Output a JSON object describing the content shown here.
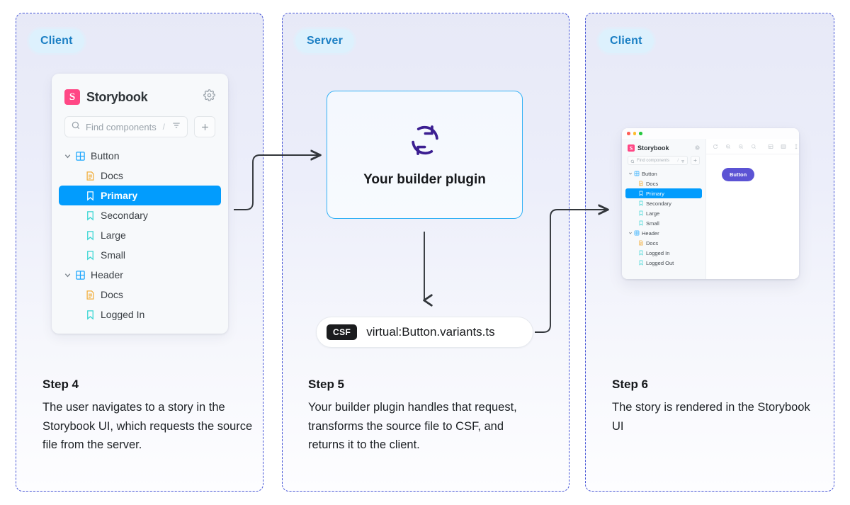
{
  "panels": [
    {
      "id": "client-left",
      "badge": "Client"
    },
    {
      "id": "server",
      "badge": "Server"
    },
    {
      "id": "client-right",
      "badge": "Client"
    }
  ],
  "storybook": {
    "logo_letter": "S",
    "title": "Storybook",
    "gear_icon": "gear-icon",
    "search": {
      "placeholder": "Find components",
      "shortcut": "/",
      "filter_icon": "filter-icon"
    },
    "add_label": "+",
    "tree": [
      {
        "label": "Button",
        "type": "component",
        "depth": 0,
        "selected": false,
        "expanded": true
      },
      {
        "label": "Docs",
        "type": "docs",
        "depth": 1,
        "selected": false
      },
      {
        "label": "Primary",
        "type": "story",
        "depth": 1,
        "selected": true
      },
      {
        "label": "Secondary",
        "type": "story",
        "depth": 1,
        "selected": false
      },
      {
        "label": "Large",
        "type": "story",
        "depth": 1,
        "selected": false
      },
      {
        "label": "Small",
        "type": "story",
        "depth": 1,
        "selected": false
      },
      {
        "label": "Header",
        "type": "component",
        "depth": 0,
        "selected": false,
        "expanded": true
      },
      {
        "label": "Docs",
        "type": "docs",
        "depth": 1,
        "selected": false
      },
      {
        "label": "Logged In",
        "type": "story",
        "depth": 1,
        "selected": false
      }
    ]
  },
  "plugin": {
    "icon": "refresh-sync-icon",
    "label": "Your builder plugin"
  },
  "csf": {
    "badge": "CSF",
    "path": "virtual:Button.variants.ts"
  },
  "mini_window": {
    "traffic_lights": [
      "#ff5f57",
      "#febc2e",
      "#28c840"
    ],
    "logo_letter": "S",
    "title": "Storybook",
    "search": {
      "placeholder": "Find components",
      "shortcut": "/"
    },
    "add_label": "+",
    "toolbar_icons": [
      "refresh-icon",
      "zoom-in-icon",
      "zoom-out-icon",
      "zoom-reset-icon",
      "grid-icon",
      "background-icon",
      "measure-icon"
    ],
    "tree": [
      {
        "label": "Button",
        "type": "component",
        "depth": 0,
        "selected": false,
        "expanded": true
      },
      {
        "label": "Docs",
        "type": "docs",
        "depth": 1,
        "selected": false
      },
      {
        "label": "Primary",
        "type": "story",
        "depth": 1,
        "selected": true
      },
      {
        "label": "Secondary",
        "type": "story",
        "depth": 1,
        "selected": false
      },
      {
        "label": "Large",
        "type": "story",
        "depth": 1,
        "selected": false
      },
      {
        "label": "Small",
        "type": "story",
        "depth": 1,
        "selected": false
      },
      {
        "label": "Header",
        "type": "component",
        "depth": 0,
        "selected": false,
        "expanded": true
      },
      {
        "label": "Docs",
        "type": "docs",
        "depth": 1,
        "selected": false
      },
      {
        "label": "Logged In",
        "type": "story",
        "depth": 1,
        "selected": false
      },
      {
        "label": "Logged Out",
        "type": "story",
        "depth": 1,
        "selected": false
      }
    ],
    "preview_button": "Button"
  },
  "steps": [
    {
      "title": "Step 4",
      "body": "The user navigates to a story in the Storybook UI, which requests the source file from the server."
    },
    {
      "title": "Step 5",
      "body": "Your builder plugin handles that request, transforms the source file to CSF, and returns it to the client."
    },
    {
      "title": "Step 6",
      "body": "The story is rendered in the Storybook UI"
    }
  ],
  "colors": {
    "panel_border": "#4554d6",
    "badge_bg": "#ddf1fd",
    "badge_text": "#1b7fc4",
    "selected_row": "#029cfd",
    "storybook_pink": "#ff4785",
    "plugin_icon": "#3b1e91",
    "plugin_border": "#33b1f5",
    "preview_button": "#5b53d4",
    "arrow": "#32363b"
  }
}
